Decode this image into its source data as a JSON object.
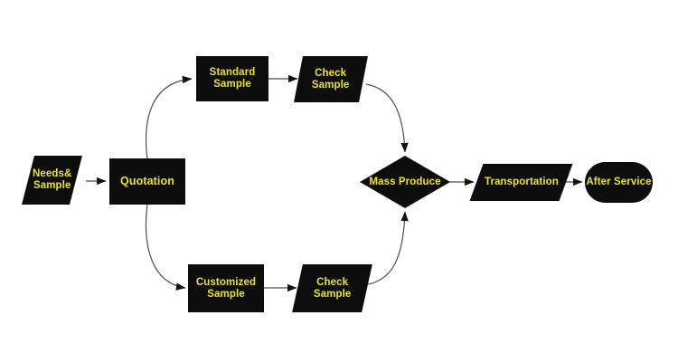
{
  "diagram": {
    "type": "flowchart",
    "background": "#ffffff",
    "colors": {
      "node_fill": "#0d0d0d",
      "node_text": "#e8e227",
      "arrow_line": "#4d4d4d",
      "arrow_head": "#141414"
    },
    "nodes": {
      "needs_sample": {
        "label": "Needs&\nSample",
        "shape": "parallelogram"
      },
      "quotation": {
        "label": "Quotation",
        "shape": "rectangle"
      },
      "standard_sample": {
        "label": "Standard\nSample",
        "shape": "rectangle"
      },
      "check_sample_top": {
        "label": "Check\nSample",
        "shape": "parallelogram"
      },
      "customized_sample": {
        "label": "Customized\nSample",
        "shape": "rectangle"
      },
      "check_sample_bottom": {
        "label": "Check\nSample",
        "shape": "parallelogram"
      },
      "mass_produce": {
        "label": "Mass Produce",
        "shape": "diamond"
      },
      "transportation": {
        "label": "Transportation",
        "shape": "parallelogram"
      },
      "after_service": {
        "label": "After Service",
        "shape": "stadium"
      }
    },
    "edges": [
      {
        "from": "needs_sample",
        "to": "quotation"
      },
      {
        "from": "quotation",
        "to": "standard_sample"
      },
      {
        "from": "standard_sample",
        "to": "check_sample_top"
      },
      {
        "from": "check_sample_top",
        "to": "mass_produce"
      },
      {
        "from": "quotation",
        "to": "customized_sample"
      },
      {
        "from": "customized_sample",
        "to": "check_sample_bottom"
      },
      {
        "from": "check_sample_bottom",
        "to": "mass_produce"
      },
      {
        "from": "mass_produce",
        "to": "transportation"
      },
      {
        "from": "transportation",
        "to": "after_service"
      }
    ]
  }
}
